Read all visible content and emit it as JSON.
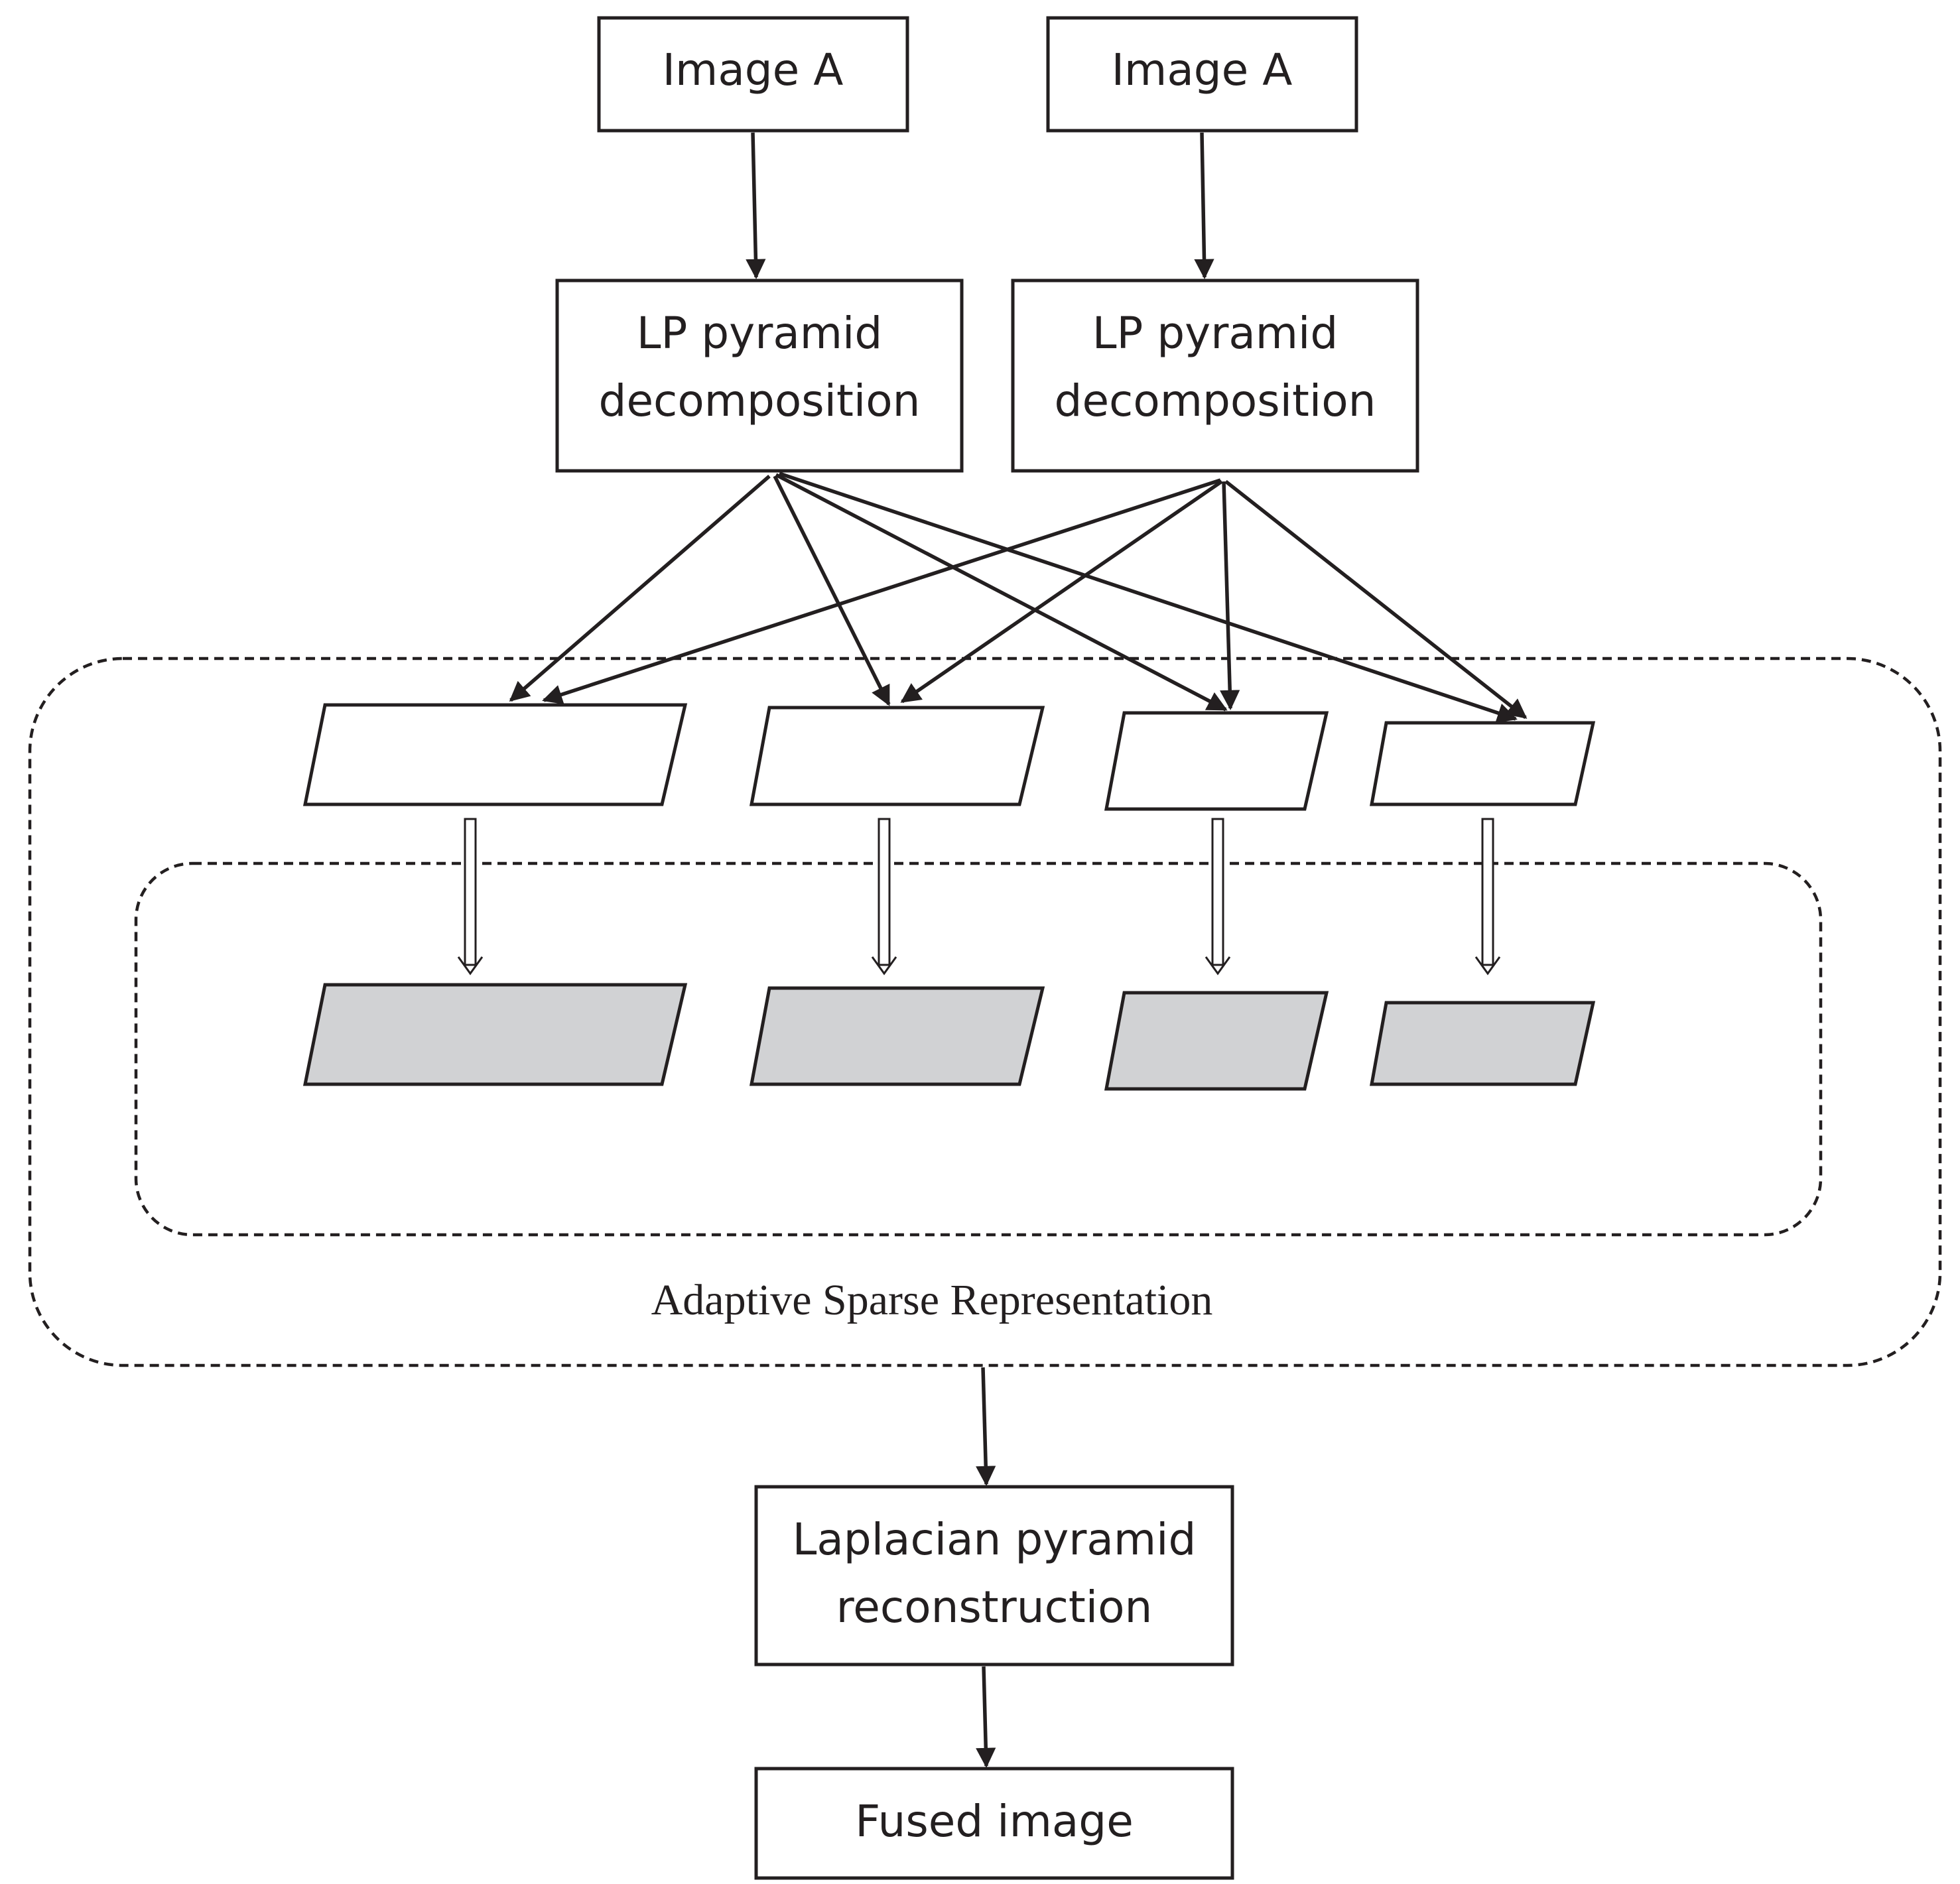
{
  "nodes": {
    "image_a_left": "Image A",
    "image_a_right": "Image A",
    "lp_left": [
      "LP pyramid",
      "decomposition"
    ],
    "lp_right": [
      "LP pyramid",
      "decomposition"
    ],
    "reconstruction": [
      "Laplacian pyramid",
      "reconstruction"
    ],
    "fused": "Fused image"
  },
  "group_label": "Adaptive Sparse Representation",
  "colors": {
    "stroke": "#231f20",
    "fused_fill": "#d1d2d4"
  }
}
